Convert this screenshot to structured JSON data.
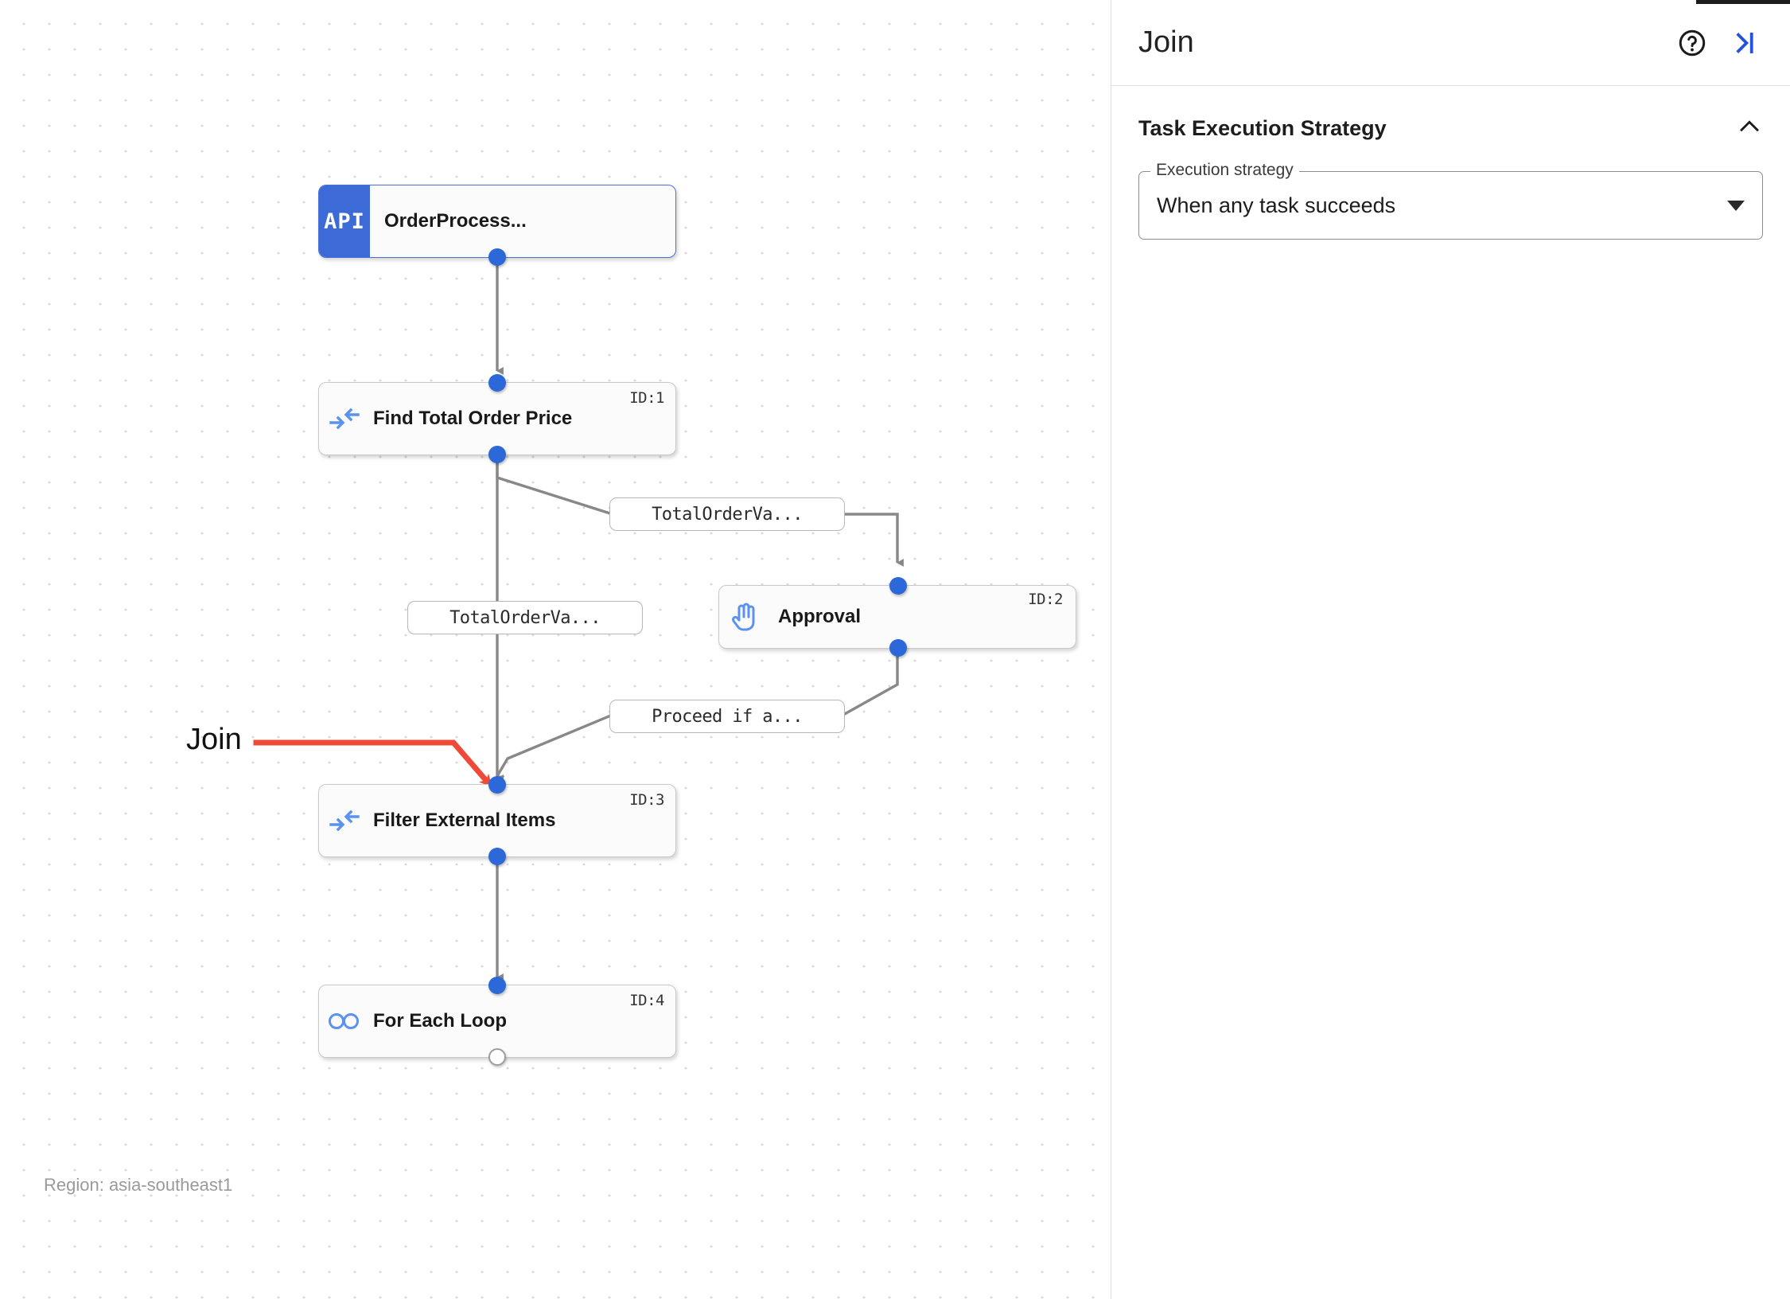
{
  "canvas": {
    "region_label": "Region: asia-southeast1",
    "annotation": {
      "text": "Join",
      "color": "#ef4a38"
    },
    "nodes": [
      {
        "id": "start",
        "title": "OrderProcess...",
        "badge": "API",
        "id_label": "",
        "icon": "api-icon"
      },
      {
        "id": "task1",
        "title": "Find Total Order Price",
        "badge": "",
        "id_label": "ID:1",
        "icon": "merge-arrows-icon"
      },
      {
        "id": "task2",
        "title": "Approval",
        "badge": "",
        "id_label": "ID:2",
        "icon": "hand-icon"
      },
      {
        "id": "task3",
        "title": "Filter External Items",
        "badge": "",
        "id_label": "ID:3",
        "icon": "merge-arrows-icon"
      },
      {
        "id": "task4",
        "title": "For Each Loop",
        "badge": "",
        "id_label": "ID:4",
        "icon": "infinity-loop-icon"
      }
    ],
    "edge_labels": [
      {
        "id": "e1",
        "text": "TotalOrderVa..."
      },
      {
        "id": "e2",
        "text": "TotalOrderVa..."
      },
      {
        "id": "e3",
        "text": "Proceed if a..."
      }
    ]
  },
  "panel": {
    "title": "Join",
    "help_icon": "help-circle-icon",
    "collapse_icon": "collapse-panel-icon",
    "section": {
      "title": "Task Execution Strategy",
      "chevron_icon": "chevron-up-icon"
    },
    "field": {
      "label": "Execution strategy",
      "value": "When any task succeeds",
      "caret_icon": "chevron-down-icon"
    }
  }
}
